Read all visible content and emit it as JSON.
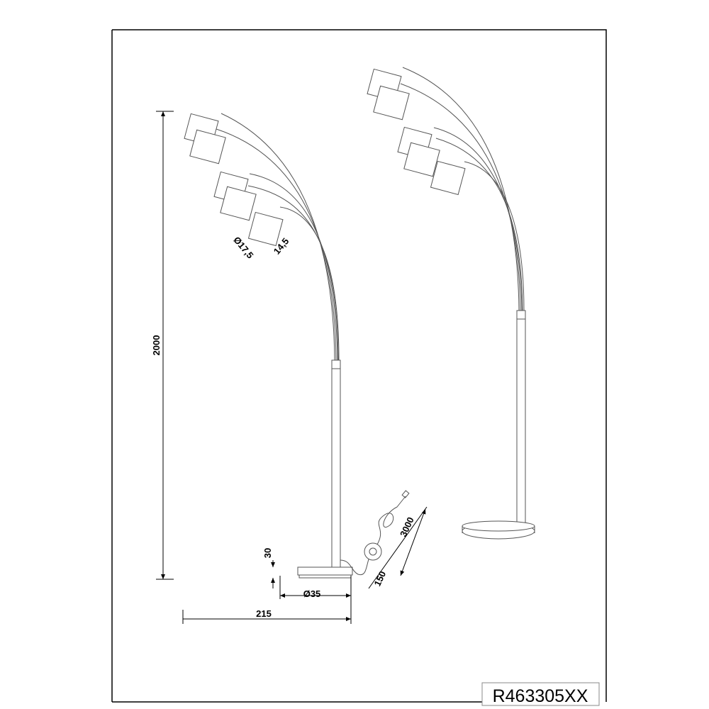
{
  "drawing": {
    "model_code": "R463305XX",
    "dimensions": {
      "total_height": "2000",
      "shade_diameter": "Ø17,5",
      "shade_height": "14,5",
      "base_height": "30",
      "base_diameter": "Ø35",
      "reach": "215",
      "cable_switch": "150",
      "cable_length": "3000"
    }
  }
}
